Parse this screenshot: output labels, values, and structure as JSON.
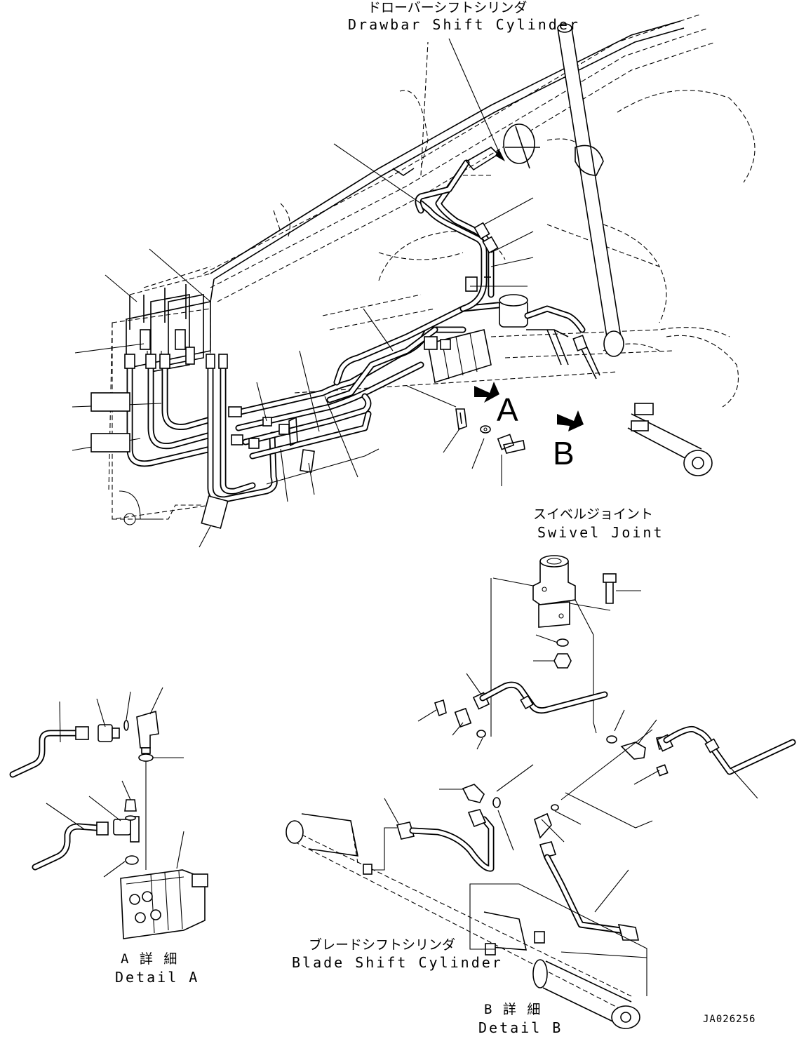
{
  "labels": {
    "drawbar_jp": "ドローバーシフトシリンダ",
    "drawbar_en": "Drawbar Shift Cylinder",
    "swivel_jp": "スイベルジョイント",
    "swivel_en": "Swivel Joint",
    "blade_jp": "ブレードシフトシリンダ",
    "blade_en": "Blade Shift Cylinder",
    "detail_a_jp": "A 詳 細",
    "detail_a_en": "Detail A",
    "detail_b_jp": "B 詳 細",
    "detail_b_en": "Detail B",
    "view_a": "A",
    "view_b": "B",
    "drawing_no": "JA026256"
  }
}
